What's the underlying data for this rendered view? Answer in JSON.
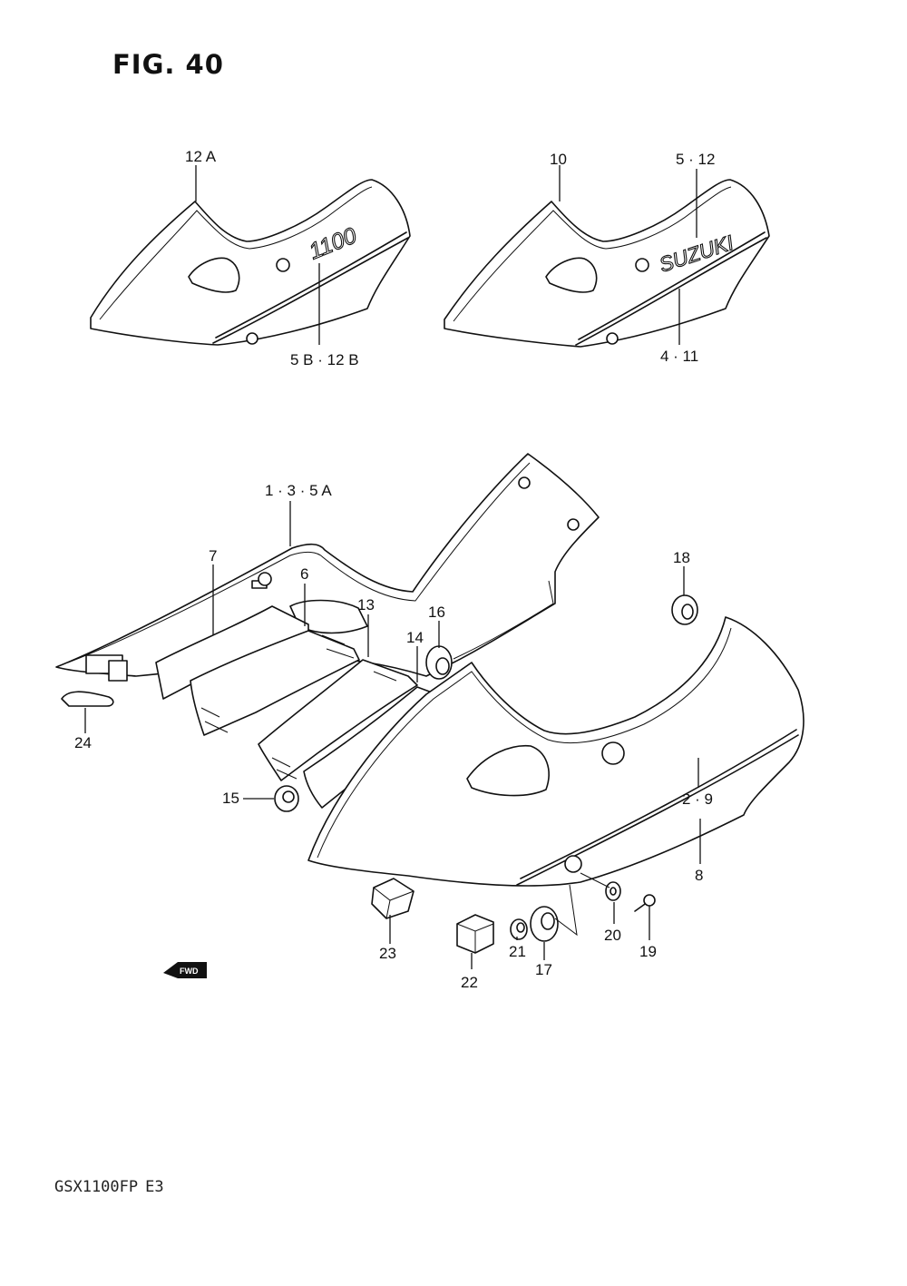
{
  "figure": {
    "title": "FIG. 40",
    "model": "GSX1100FP",
    "region": "E3"
  },
  "decals": {
    "left_panel": "1100",
    "right_panel": "SUZUKI",
    "fwd_badge": "FWD"
  },
  "callouts": {
    "c12a": "12 A",
    "c5b12b": "5 B · 12 B",
    "c10": "10",
    "c512": "5 · 12",
    "c411": "4 · 11",
    "c135a": "1 · 3 · 5 A",
    "c7": "7",
    "c6": "6",
    "c13": "13",
    "c16": "16",
    "c14": "14",
    "c18": "18",
    "c24": "24",
    "c15": "15",
    "c29": "2 · 9",
    "c8": "8",
    "c23": "23",
    "c22": "22",
    "c21": "21",
    "c17": "17",
    "c20": "20",
    "c19": "19"
  },
  "colors": {
    "ink": "#111111",
    "paper": "#ffffff"
  }
}
